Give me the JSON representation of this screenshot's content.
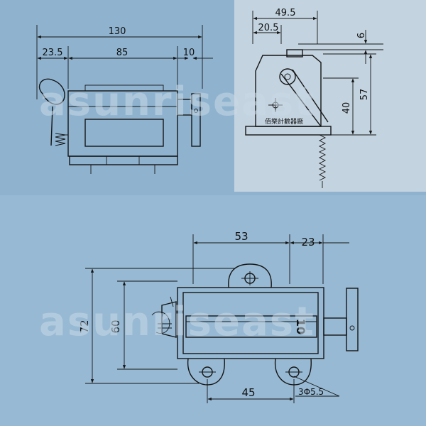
{
  "colors": {
    "background": "#8fb3cf",
    "panel_light": "#c3d3df",
    "line": "#151515"
  },
  "watermark": "asunriseast",
  "front_view": {
    "dims": {
      "overall": "130",
      "left": "23.5",
      "body": "85",
      "right": "10"
    }
  },
  "side_view": {
    "dims": {
      "width": "49.5",
      "offset": "20.5",
      "shaft": "6",
      "height": "57",
      "mid": "40"
    },
    "label": "佰樂計數器廠"
  },
  "bottom_view": {
    "dims": {
      "top_a": "53",
      "top_b": "23",
      "height": "72",
      "inner": "60",
      "holes": "45",
      "hole_spec": "3Φ5.5"
    },
    "counter_digits": "10"
  }
}
